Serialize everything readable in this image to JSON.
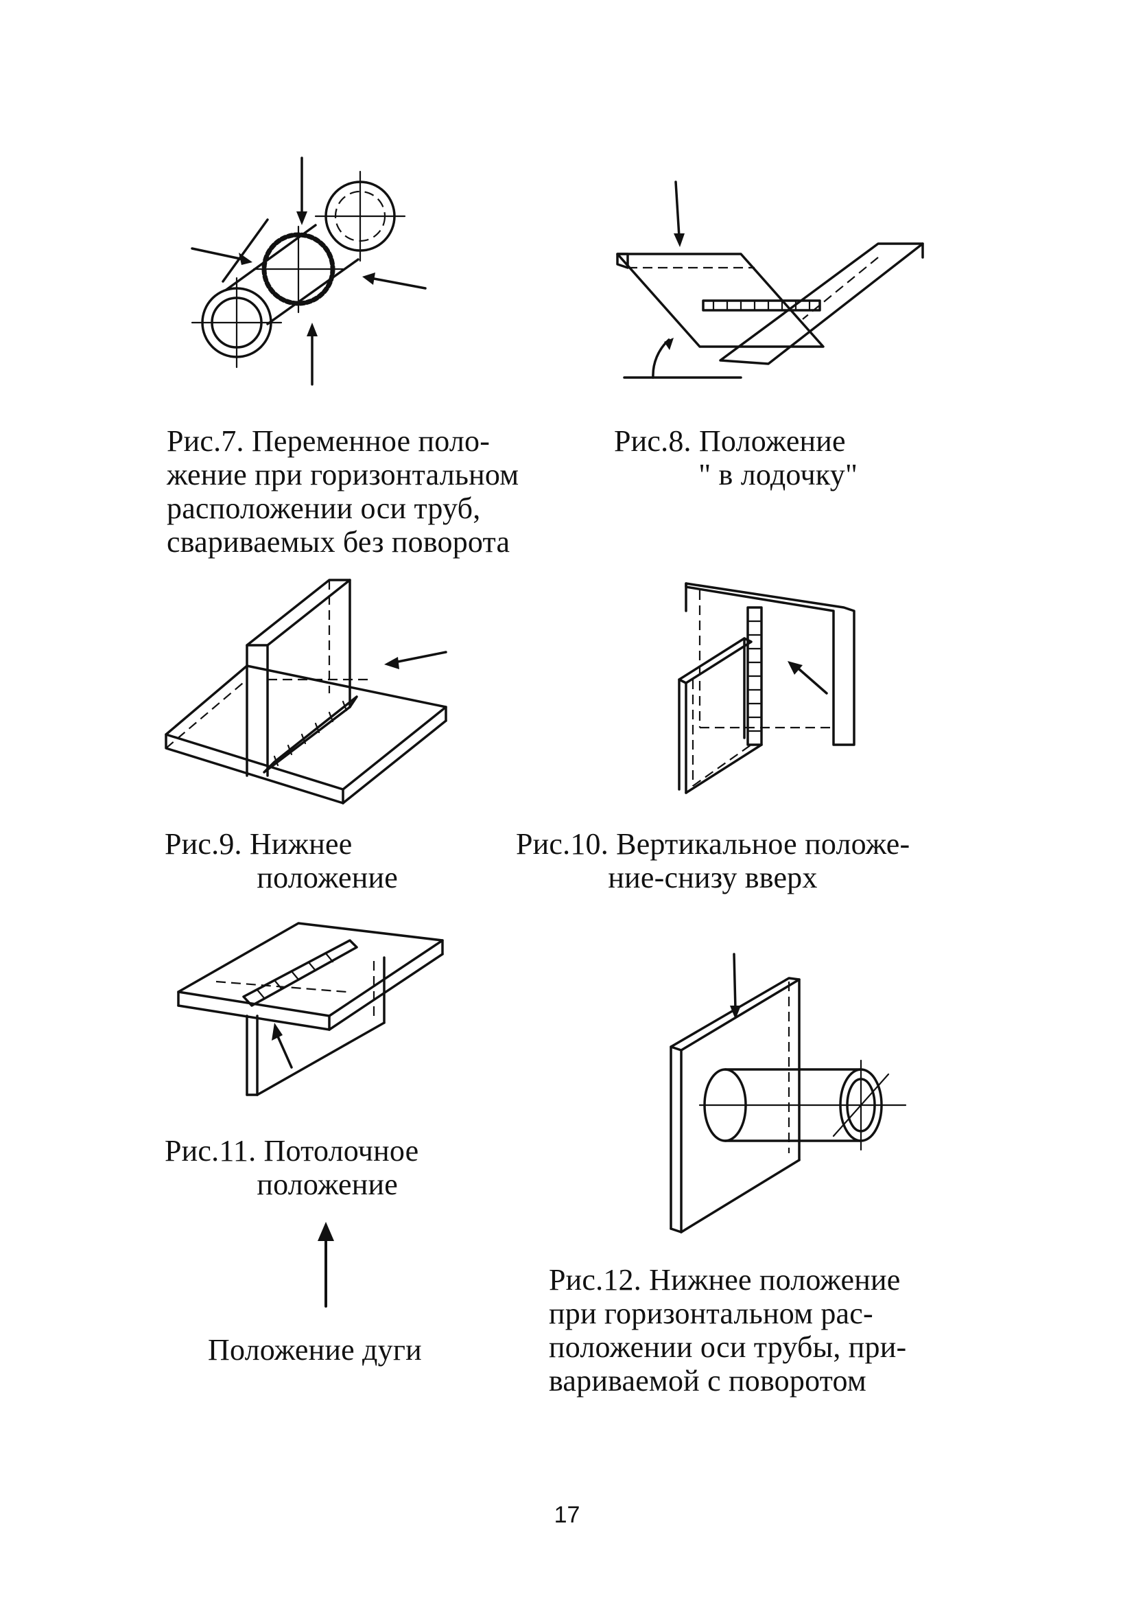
{
  "page": {
    "number": "17",
    "captions": {
      "fig7": "Рис.7. Переменное поло-\nжение при горизонтальном\nрасположении оси труб,\nсвариваемых без поворота",
      "fig8": "Рис.8. Положение\n           \" в лодочку\"",
      "fig9": "Рис.9. Нижнее\n            положение",
      "fig10": "Рис.10. Вертикальное положе-\n            ние-снизу вверх",
      "fig11": "Рис.11. Потолочное\n            положение",
      "fig12": "Рис.12. Нижнее положение\nпри горизонтальном рас-\nположении оси трубы, при-\nвариваемой с поворотом"
    },
    "legend": {
      "arc_position_label": "Положение дуги",
      "arc_icon": "up-arrow-icon"
    },
    "figures": [
      {
        "id": "fig7",
        "depicts": "pipe-butt-joint-fixed-horizontal"
      },
      {
        "id": "fig8",
        "depicts": "boat-position-fillet-joint"
      },
      {
        "id": "fig9",
        "depicts": "flat-position-tee-joint"
      },
      {
        "id": "fig10",
        "depicts": "vertical-up-position-joint"
      },
      {
        "id": "fig11",
        "depicts": "overhead-position-tee-joint"
      },
      {
        "id": "fig12",
        "depicts": "pipe-to-plate-rotated-joint"
      }
    ],
    "colors": {
      "ink": "#111111",
      "paper": "#ffffff"
    }
  }
}
